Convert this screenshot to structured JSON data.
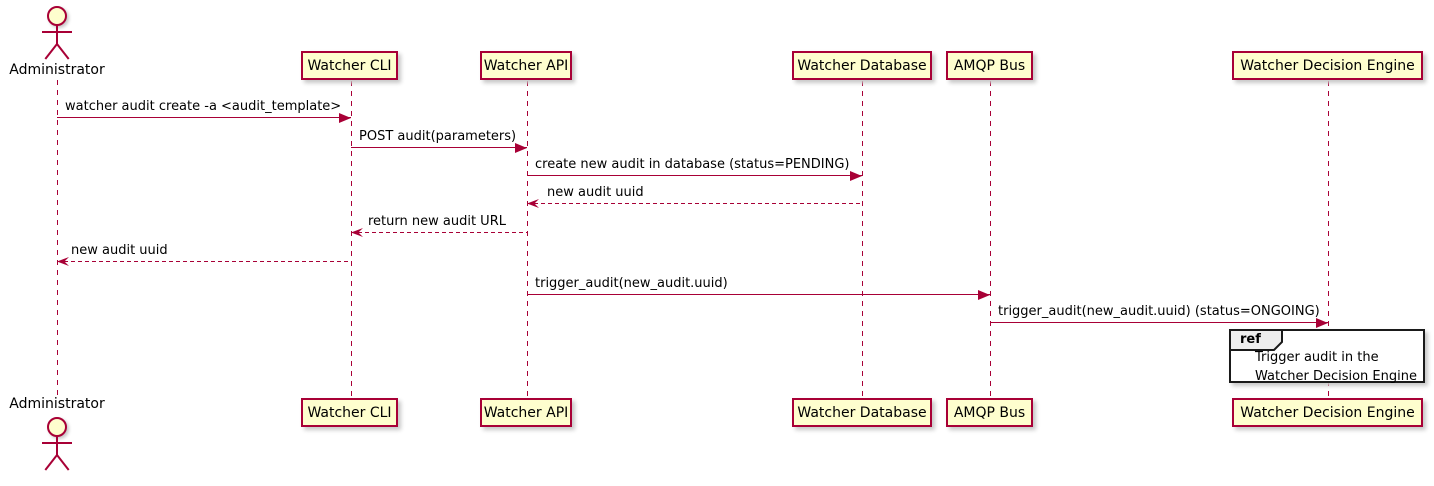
{
  "diagram_type": "uml-sequence-diagram",
  "colors": {
    "participant_fill": "#FEFECE",
    "participant_border": "#A80036",
    "arrow_line": "#A80036",
    "text": "#000000",
    "ref_border": "#1a1a1a",
    "ref_tab_fill": "#EEEEEE",
    "background": "#FFFFFF"
  },
  "actor": {
    "label": "Administrator"
  },
  "participants": [
    {
      "label": "Watcher CLI"
    },
    {
      "label": "Watcher API"
    },
    {
      "label": "Watcher Database"
    },
    {
      "label": "AMQP Bus"
    },
    {
      "label": "Watcher Decision Engine"
    }
  ],
  "messages": [
    {
      "text": "watcher audit create -a <audit_template>",
      "from": "Administrator",
      "to": "Watcher CLI",
      "line": "solid",
      "direction": "right"
    },
    {
      "text": "POST audit(parameters)",
      "from": "Watcher CLI",
      "to": "Watcher API",
      "line": "solid",
      "direction": "right"
    },
    {
      "text": "create new audit in database (status=PENDING)",
      "from": "Watcher API",
      "to": "Watcher Database",
      "line": "solid",
      "direction": "right"
    },
    {
      "text": "new audit uuid",
      "from": "Watcher Database",
      "to": "Watcher API",
      "line": "dashed",
      "direction": "left"
    },
    {
      "text": "return new audit URL",
      "from": "Watcher API",
      "to": "Watcher CLI",
      "line": "dashed",
      "direction": "left"
    },
    {
      "text": "new audit uuid",
      "from": "Watcher CLI",
      "to": "Administrator",
      "line": "dashed",
      "direction": "left"
    },
    {
      "text": "trigger_audit(new_audit.uuid)",
      "from": "Watcher API",
      "to": "AMQP Bus",
      "line": "solid",
      "direction": "right"
    },
    {
      "text": "trigger_audit(new_audit.uuid) (status=ONGOING)",
      "from": "AMQP Bus",
      "to": "Watcher Decision Engine",
      "line": "solid",
      "direction": "right"
    }
  ],
  "ref": {
    "keyword": "ref",
    "line1": "Trigger audit in the",
    "line2": "Watcher Decision Engine"
  }
}
